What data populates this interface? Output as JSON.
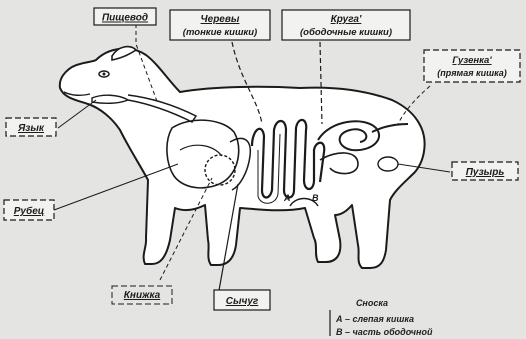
{
  "labels": {
    "esophagus": "Пищевод",
    "small_intestine_line1": "Черевы",
    "small_intestine_line2": "(тонкие кишки)",
    "colon_line1": "Круга'",
    "colon_line2": "(ободочные кишки)",
    "rectum_line1": "Гузенка'",
    "rectum_line2": "(прямая кишка)",
    "tongue": "Язык",
    "bladder": "Пузырь",
    "rumen": "Рубец",
    "omasum": "Книжка",
    "abomasum": "Сычуг",
    "marker_a": "А",
    "marker_b": "В"
  },
  "legend": {
    "title": "Сноска",
    "item_a": "А – слепая кишка",
    "item_b": "В – часть ободочной"
  },
  "colors": {
    "background": "#e4e4e2",
    "ink": "#1b1b1b",
    "body_fill": "#ffffff"
  }
}
